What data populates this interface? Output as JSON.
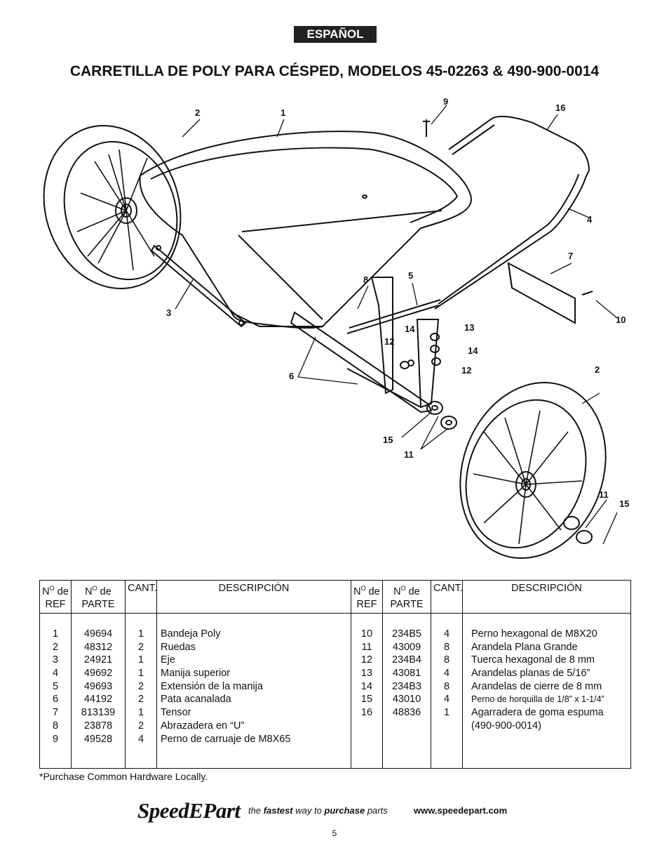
{
  "header": {
    "language_tag": "ESPAÑOL",
    "title": "CARRETILLA DE POLY PARA CÉSPED, MODELOS 45-02263 & 490-900-0014"
  },
  "diagram": {
    "callouts": [
      "2",
      "1",
      "9",
      "16",
      "4",
      "7",
      "10",
      "8",
      "5",
      "3",
      "14",
      "13",
      "12",
      "14",
      "12",
      "6",
      "2",
      "15",
      "11",
      "11",
      "15"
    ]
  },
  "table": {
    "headers": {
      "ref": "N° de REF",
      "ref_top": "N",
      "ref_sup": "O",
      "ref_tail": " de",
      "ref_bottom": "REF",
      "part_top": "N",
      "part_sup": "O",
      "part_tail": " de",
      "part_bottom": "PARTE",
      "qty": "CANT.",
      "desc": "DESCRIPCIÓN"
    },
    "left_rows": [
      {
        "ref": "1",
        "part": "49694",
        "qty": "1",
        "desc": "Bandeja Poly"
      },
      {
        "ref": "2",
        "part": "48312",
        "qty": "2",
        "desc": "Ruedas"
      },
      {
        "ref": "3",
        "part": "24921",
        "qty": "1",
        "desc": "Eje"
      },
      {
        "ref": "4",
        "part": "49692",
        "qty": "1",
        "desc": "Manija superior"
      },
      {
        "ref": "5",
        "part": "49693",
        "qty": "2",
        "desc": "Extensión de la manija"
      },
      {
        "ref": "6",
        "part": "44192",
        "qty": "2",
        "desc": "Pata acanalada"
      },
      {
        "ref": "7",
        "part": "813139",
        "qty": "1",
        "desc": "Tensor"
      },
      {
        "ref": "8",
        "part": "23878",
        "qty": "2",
        "desc": "Abrazadera en “U”"
      },
      {
        "ref": "9",
        "part": "49528",
        "qty": "4",
        "desc": "Perno de carruaje de M8X65"
      }
    ],
    "right_rows": [
      {
        "ref": "10",
        "part": "234B5",
        "qty": "4",
        "desc": "Perno hexagonal de M8X20"
      },
      {
        "ref": "11",
        "part": "43009",
        "qty": "8",
        "desc": "Arandela Plana Grande"
      },
      {
        "ref": "12",
        "part": "234B4",
        "qty": "8",
        "desc": "Tuerca hexagonal de 8 mm"
      },
      {
        "ref": "13",
        "part": "43081",
        "qty": "4",
        "desc": "Arandelas planas de 5/16”"
      },
      {
        "ref": "14",
        "part": "234B3",
        "qty": "8",
        "desc": "Arandelas de cierre de 8 mm"
      },
      {
        "ref": "15",
        "part": "43010",
        "qty": "4",
        "desc": "Perno de horquilla de 1/8” x 1-1/4”"
      },
      {
        "ref": "16",
        "part": "48836",
        "qty": "1",
        "desc": "Agarradera de goma espuma"
      }
    ],
    "right_extra_line": "(490-900-0014)"
  },
  "footnote": "*Purchase Common Hardware Locally.",
  "footer": {
    "brand": "SpeedEPart",
    "tagline_pre": "the ",
    "tagline_fastest": "fastest",
    "tagline_mid": " way to ",
    "tagline_purchase": "purchase",
    "tagline_post": " parts",
    "url": "www.speedepart.com",
    "page_number": "5"
  }
}
